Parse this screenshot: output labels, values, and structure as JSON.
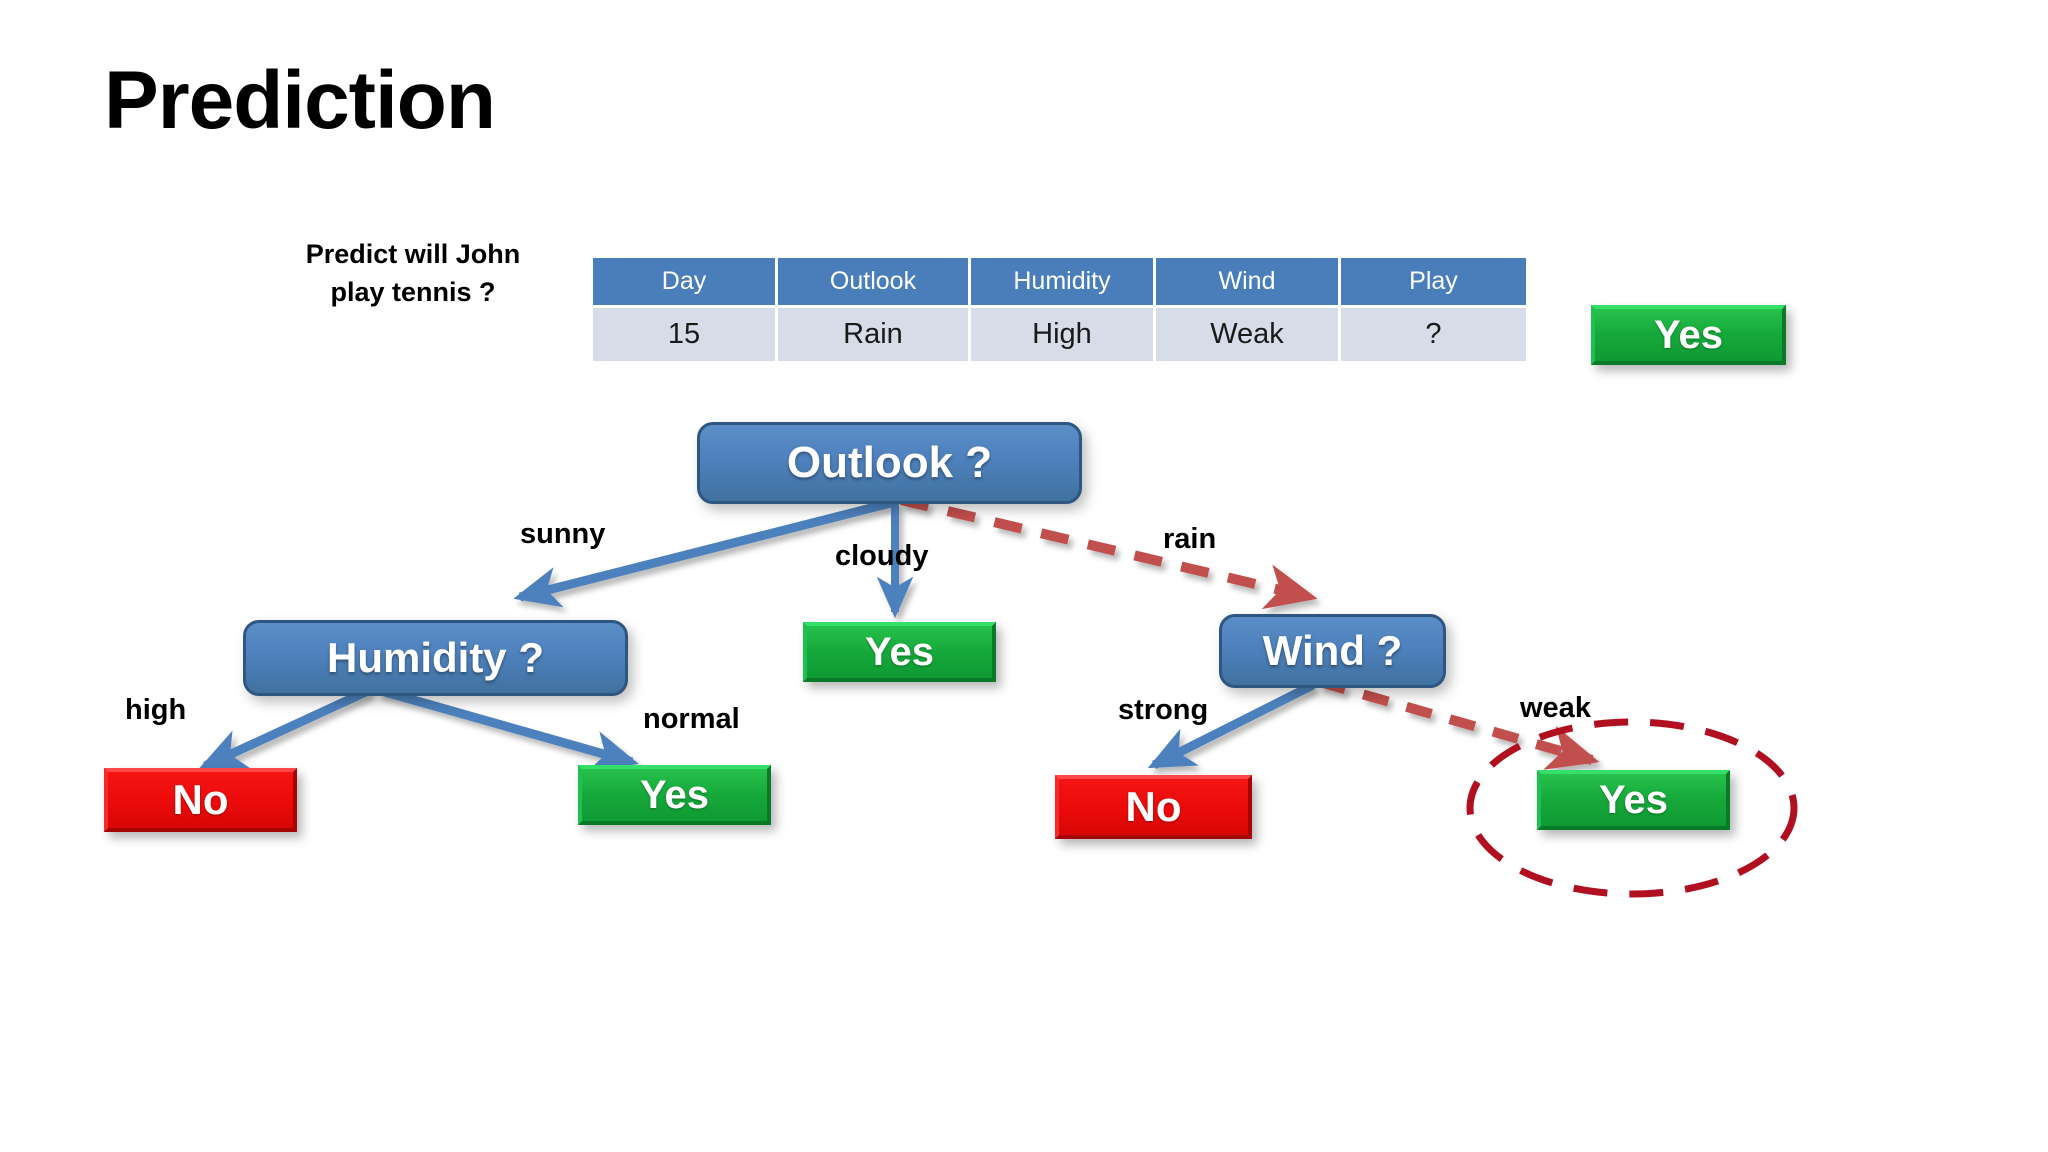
{
  "slide": {
    "title": "Prediction",
    "background_color": "#ffffff"
  },
  "prompt": {
    "line1": "Predict will John",
    "line2": "play tennis ?",
    "text": "Predict will John play tennis ?"
  },
  "instance_table": {
    "headers": [
      "Day",
      "Outlook",
      "Humidity",
      "Wind",
      "Play"
    ],
    "rows": [
      [
        "15",
        "Rain",
        "High",
        "Weak",
        "?"
      ]
    ],
    "header_bg": "#4A7EBB",
    "row_bg": "#D6DCE8"
  },
  "answer_badge": {
    "label": "Yes",
    "color": "#16a83b"
  },
  "tree": {
    "nodes": [
      {
        "id": "outlook",
        "label": "Outlook ?",
        "kind": "decision",
        "color": "#4E81BD"
      },
      {
        "id": "humidity",
        "label": "Humidity ?",
        "kind": "decision",
        "color": "#4E81BD"
      },
      {
        "id": "cloudy_yes",
        "label": "Yes",
        "kind": "leaf",
        "color": "#16a83b"
      },
      {
        "id": "wind",
        "label": "Wind ?",
        "kind": "decision",
        "color": "#4E81BD"
      },
      {
        "id": "high_no",
        "label": "No",
        "kind": "leaf",
        "color": "#ec0b0b"
      },
      {
        "id": "normal_yes",
        "label": "Yes",
        "kind": "leaf",
        "color": "#16a83b"
      },
      {
        "id": "strong_no",
        "label": "No",
        "kind": "leaf",
        "color": "#ec0b0b"
      },
      {
        "id": "weak_yes",
        "label": "Yes",
        "kind": "leaf",
        "color": "#16a83b",
        "highlighted": true
      }
    ],
    "edges": [
      {
        "from": "outlook",
        "to": "humidity",
        "label": "sunny",
        "style": "solid",
        "color": "#4E81BD"
      },
      {
        "from": "outlook",
        "to": "cloudy_yes",
        "label": "cloudy",
        "style": "solid",
        "color": "#4E81BD"
      },
      {
        "from": "outlook",
        "to": "wind",
        "label": "rain",
        "style": "dashed",
        "color": "#C0504D"
      },
      {
        "from": "humidity",
        "to": "high_no",
        "label": "high",
        "style": "solid",
        "color": "#4E81BD"
      },
      {
        "from": "humidity",
        "to": "normal_yes",
        "label": "normal",
        "style": "solid",
        "color": "#4E81BD"
      },
      {
        "from": "wind",
        "to": "strong_no",
        "label": "strong",
        "style": "solid",
        "color": "#4E81BD"
      },
      {
        "from": "wind",
        "to": "weak_yes",
        "label": "weak",
        "style": "dashed",
        "color": "#C0504D"
      }
    ],
    "highlight_ellipse_color": "#B01020"
  }
}
